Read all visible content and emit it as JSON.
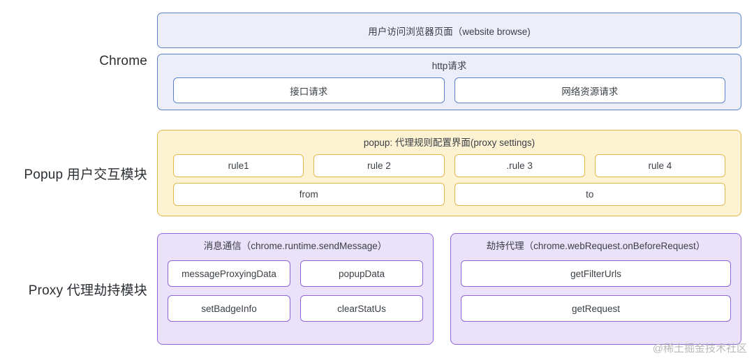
{
  "sections": [
    {
      "label": "Chrome",
      "accent": "#5b82c8",
      "top_box": {
        "text": "用户访问浏览器页面（website browse)"
      },
      "bottom_box": {
        "title": "http请求",
        "chips": [
          {
            "label": "接口请求"
          },
          {
            "label": "网络资源请求"
          }
        ]
      }
    },
    {
      "label": "Popup 用户交互模块",
      "accent": "#e3b84a",
      "panel": {
        "title": "popup: 代理规则配置界面(proxy settings)",
        "rules": [
          {
            "label": "rule1"
          },
          {
            "label": "rule 2"
          },
          {
            "label": ".rule 3"
          },
          {
            "label": "rule 4"
          }
        ],
        "fromto": [
          {
            "label": "from"
          },
          {
            "label": "to"
          }
        ]
      }
    },
    {
      "label": "Proxy 代理劫持模块",
      "accent": "#9165d6",
      "panels": [
        {
          "title": "消息通信（chrome.runtime.sendMessage）",
          "rows": [
            [
              {
                "label": "messageProxyingData"
              },
              {
                "label": "popupData"
              }
            ],
            [
              {
                "label": "setBadgeInfo"
              },
              {
                "label": "clearStatUs"
              }
            ]
          ]
        },
        {
          "title": "劫持代理（chrome.webRequest.onBeforeRequest）",
          "rows": [
            [
              {
                "label": "getFilterUrls"
              }
            ],
            [
              {
                "label": "getRequest"
              }
            ]
          ]
        }
      ]
    }
  ],
  "watermark": "@稀土掘金技术社区"
}
